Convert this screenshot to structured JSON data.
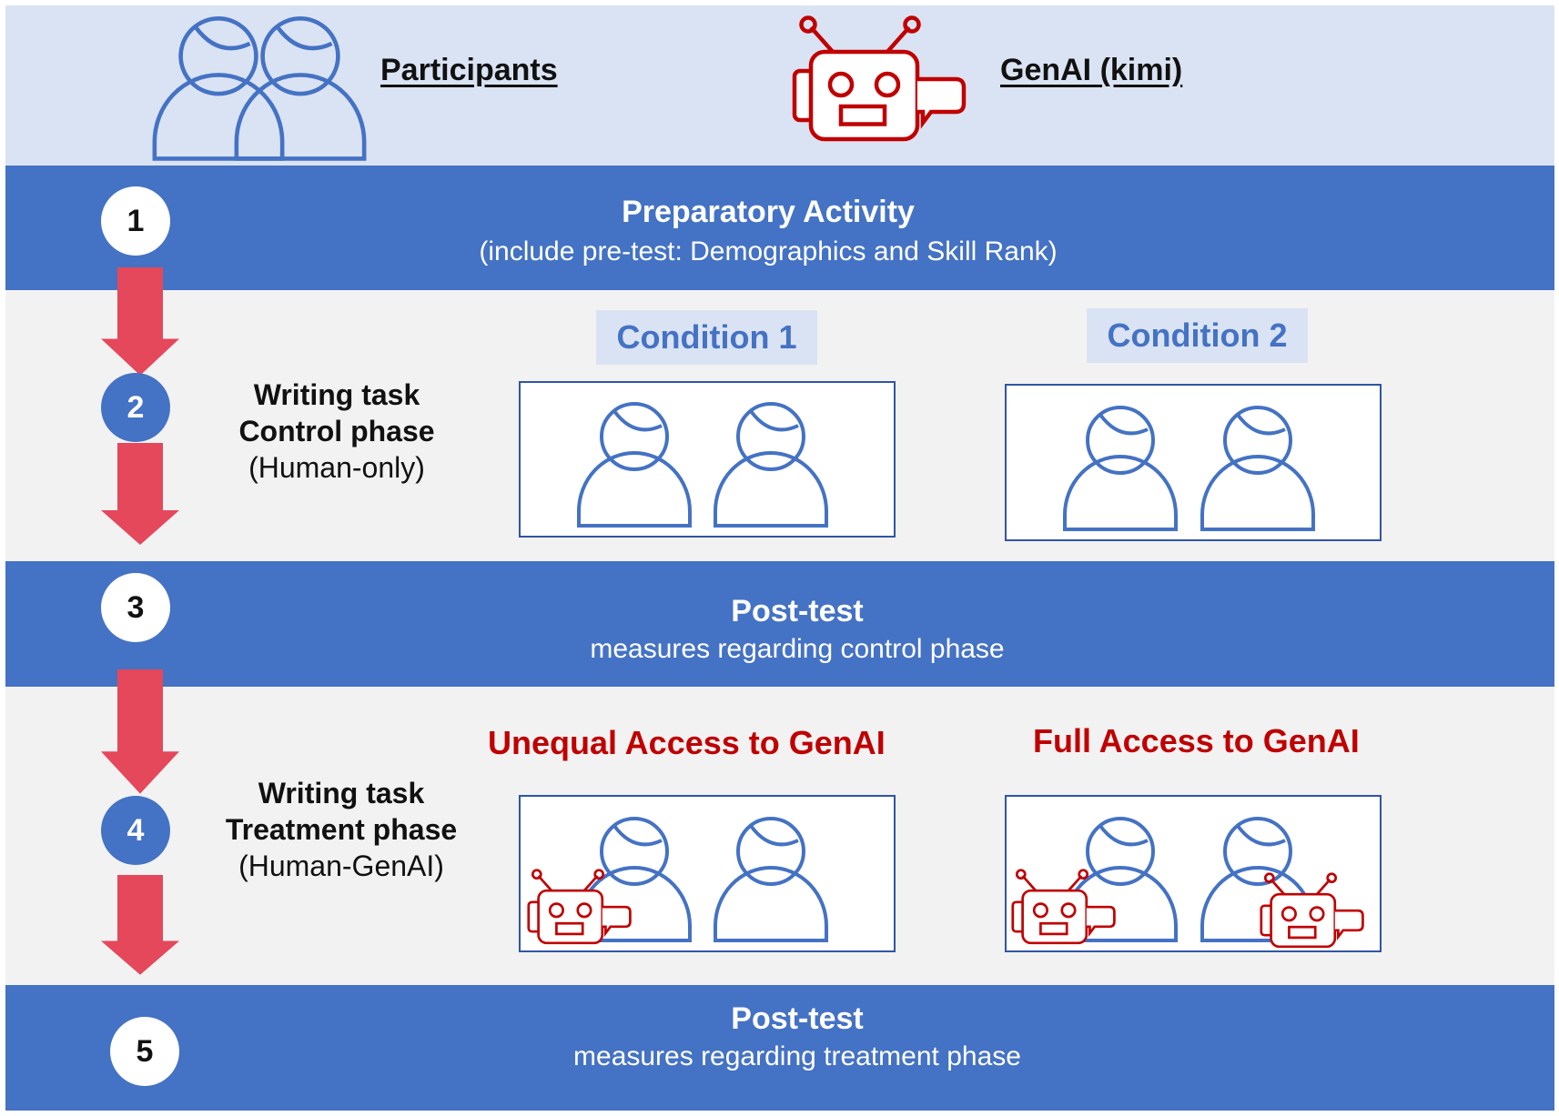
{
  "legend": {
    "participants_label": "Participants",
    "genai_label": "GenAI (kimi)"
  },
  "steps": [
    {
      "number": "1",
      "title": "Preparatory Activity",
      "subtitle": "(include pre-test: Demographics and Skill Rank)"
    },
    {
      "number": "2",
      "line1": "Writing task",
      "line2": "Control phase",
      "line3": "(Human-only)"
    },
    {
      "number": "3",
      "title": "Post-test",
      "subtitle": "measures regarding control phase"
    },
    {
      "number": "4",
      "line1": "Writing task",
      "line2": "Treatment phase",
      "line3": "(Human-GenAI)"
    },
    {
      "number": "5",
      "title": "Post-test",
      "subtitle": "measures regarding treatment phase"
    }
  ],
  "control_phase": {
    "condition_1_label": "Condition 1",
    "condition_2_label": "Condition 2"
  },
  "treatment_phase": {
    "unequal_label": "Unequal Access to GenAI",
    "full_label": "Full Access to GenAI"
  },
  "colors": {
    "band_blue": "#4472c4",
    "legend_bg": "#dae3f3",
    "grey_bg": "#f2f2f2",
    "arrow_red": "#e5475b",
    "robot_red": "#c00000",
    "person_blue": "#4472c4"
  },
  "icons": {
    "participant": "person-outline-icon",
    "genai": "robot-icon",
    "flow": "down-arrow-icon"
  }
}
